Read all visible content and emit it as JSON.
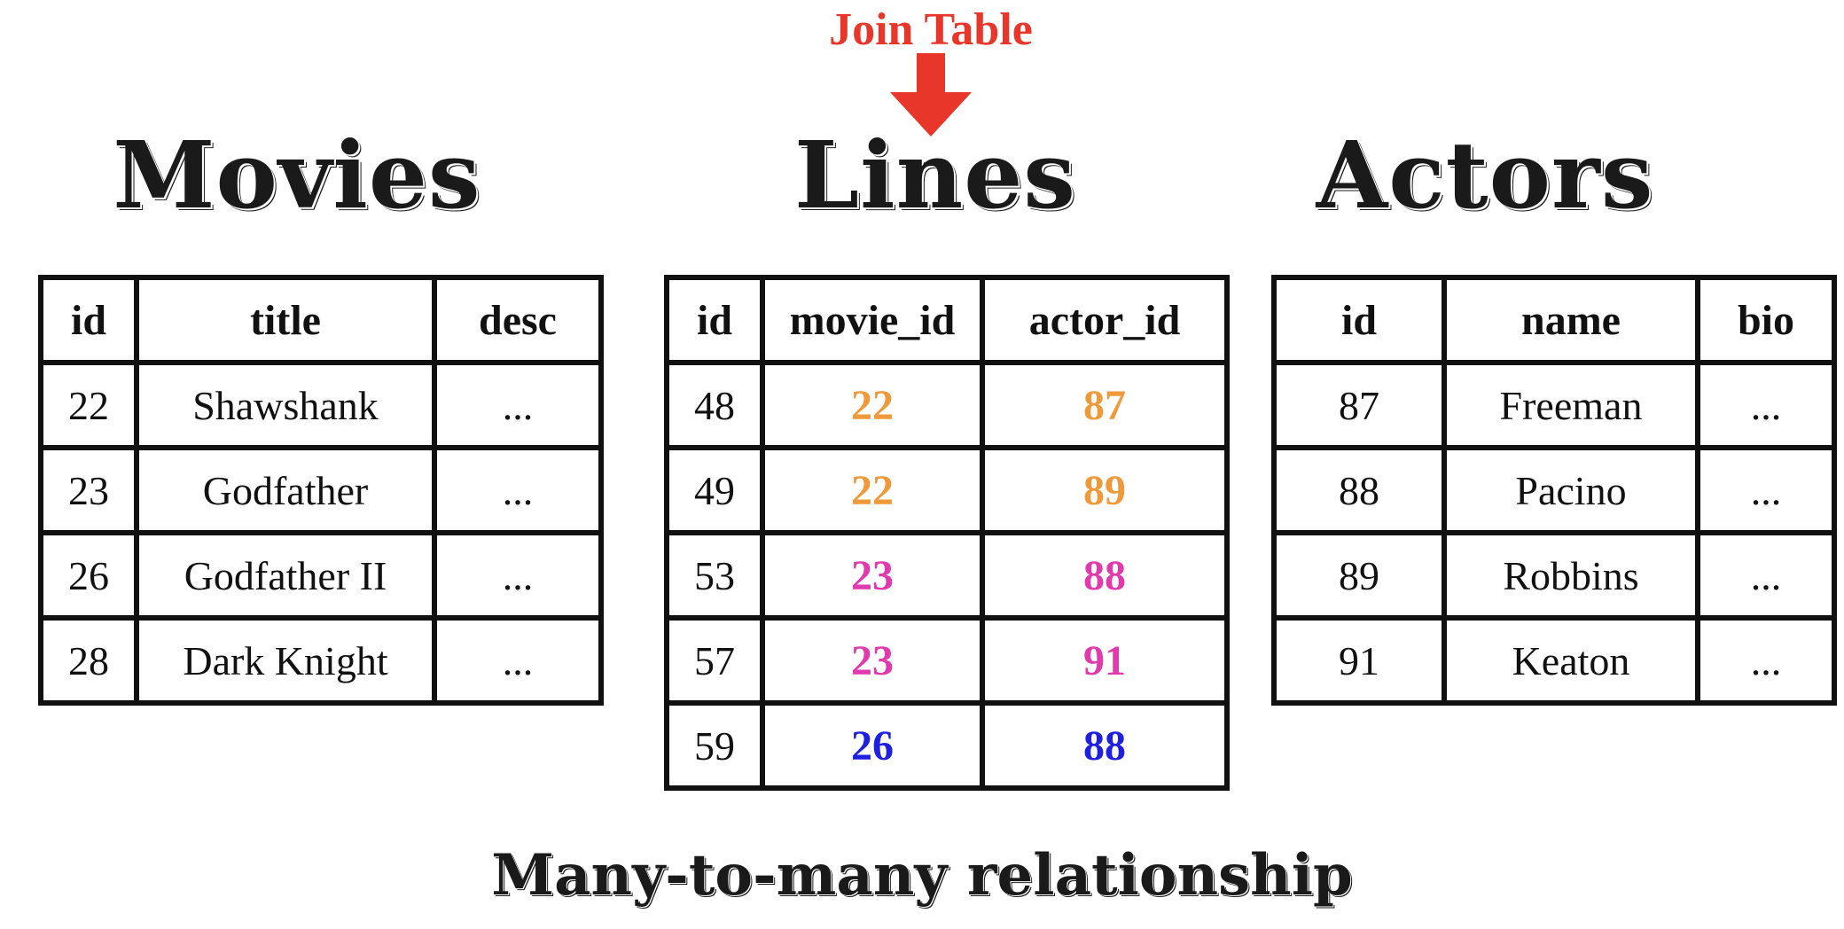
{
  "callout": {
    "label": "Join Table",
    "color": "#e8372a",
    "icon": "arrow-down-icon"
  },
  "colors": {
    "orange": "#ef9a3a",
    "magenta": "#e03aac",
    "blue": "#1f1fe0"
  },
  "tables": {
    "movies": {
      "title": "Movies",
      "columns": [
        "id",
        "title",
        "desc"
      ],
      "rows": [
        [
          "22",
          "Shawshank",
          "..."
        ],
        [
          "23",
          "Godfather",
          "..."
        ],
        [
          "26",
          "Godfather II",
          "..."
        ],
        [
          "28",
          "Dark Knight",
          "..."
        ]
      ]
    },
    "lines": {
      "title": "Lines",
      "columns": [
        "id",
        "movie_id",
        "actor_id"
      ],
      "rows": [
        [
          "48",
          "22",
          "87"
        ],
        [
          "49",
          "22",
          "89"
        ],
        [
          "53",
          "23",
          "88"
        ],
        [
          "57",
          "23",
          "91"
        ],
        [
          "59",
          "26",
          "88"
        ]
      ],
      "row_colors": [
        "orange",
        "orange",
        "magenta",
        "magenta",
        "blue"
      ]
    },
    "actors": {
      "title": "Actors",
      "columns": [
        "id",
        "name",
        "bio"
      ],
      "rows": [
        [
          "87",
          "Freeman",
          "..."
        ],
        [
          "88",
          "Pacino",
          "..."
        ],
        [
          "89",
          "Robbins",
          "..."
        ],
        [
          "91",
          "Keaton",
          "..."
        ]
      ]
    }
  },
  "caption": "Many-to-many relationship"
}
